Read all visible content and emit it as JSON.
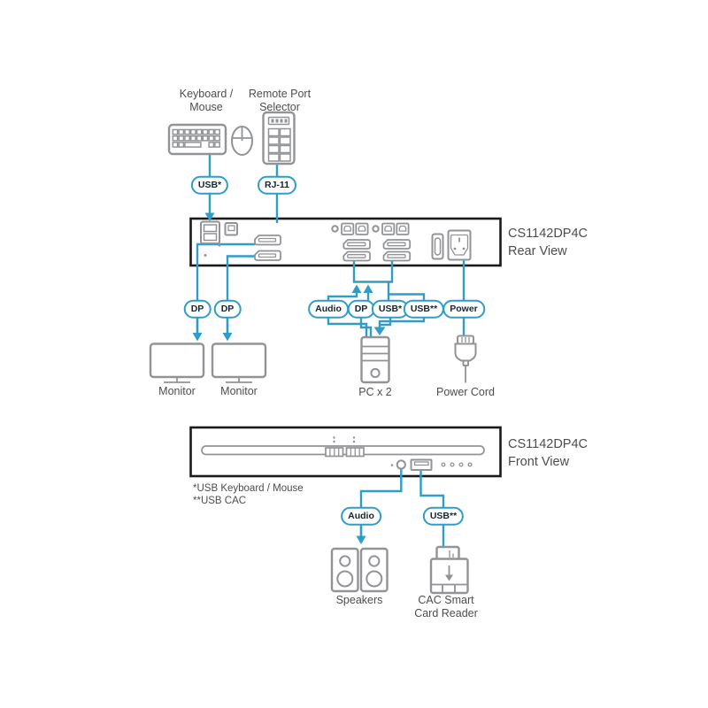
{
  "colors": {
    "accent": "#2f9dc7",
    "pill_text": "#16262e",
    "device_outline": "#919396",
    "panel_border": "#1a1a1a",
    "text": "#4d4d4d",
    "background": "#ffffff"
  },
  "labels": {
    "keyboard_mouse": "Keyboard / Mouse",
    "remote_port_selector": "Remote Port Selector",
    "monitor_left": "Monitor",
    "monitor_right": "Monitor",
    "pc": "PC x 2",
    "power_cord": "Power Cord",
    "speakers": "Speakers",
    "cac_reader": "CAC Smart Card Reader"
  },
  "pills": {
    "usb_kb": "USB*",
    "rj11": "RJ-11",
    "dp_mon1": "DP",
    "dp_mon2": "DP",
    "audio_rear": "Audio",
    "dp_rear": "DP",
    "usb1_rear": "USB*",
    "usb2_rear": "USB**",
    "power": "Power",
    "audio_front": "Audio",
    "usb2_front": "USB**"
  },
  "panels": {
    "rear": {
      "model": "CS1142DP4C",
      "view": "Rear View"
    },
    "front": {
      "model": "CS1142DP4C",
      "view": "Front View"
    }
  },
  "footnotes": {
    "line1": "*USB Keyboard / Mouse",
    "line2": "**USB CAC"
  }
}
